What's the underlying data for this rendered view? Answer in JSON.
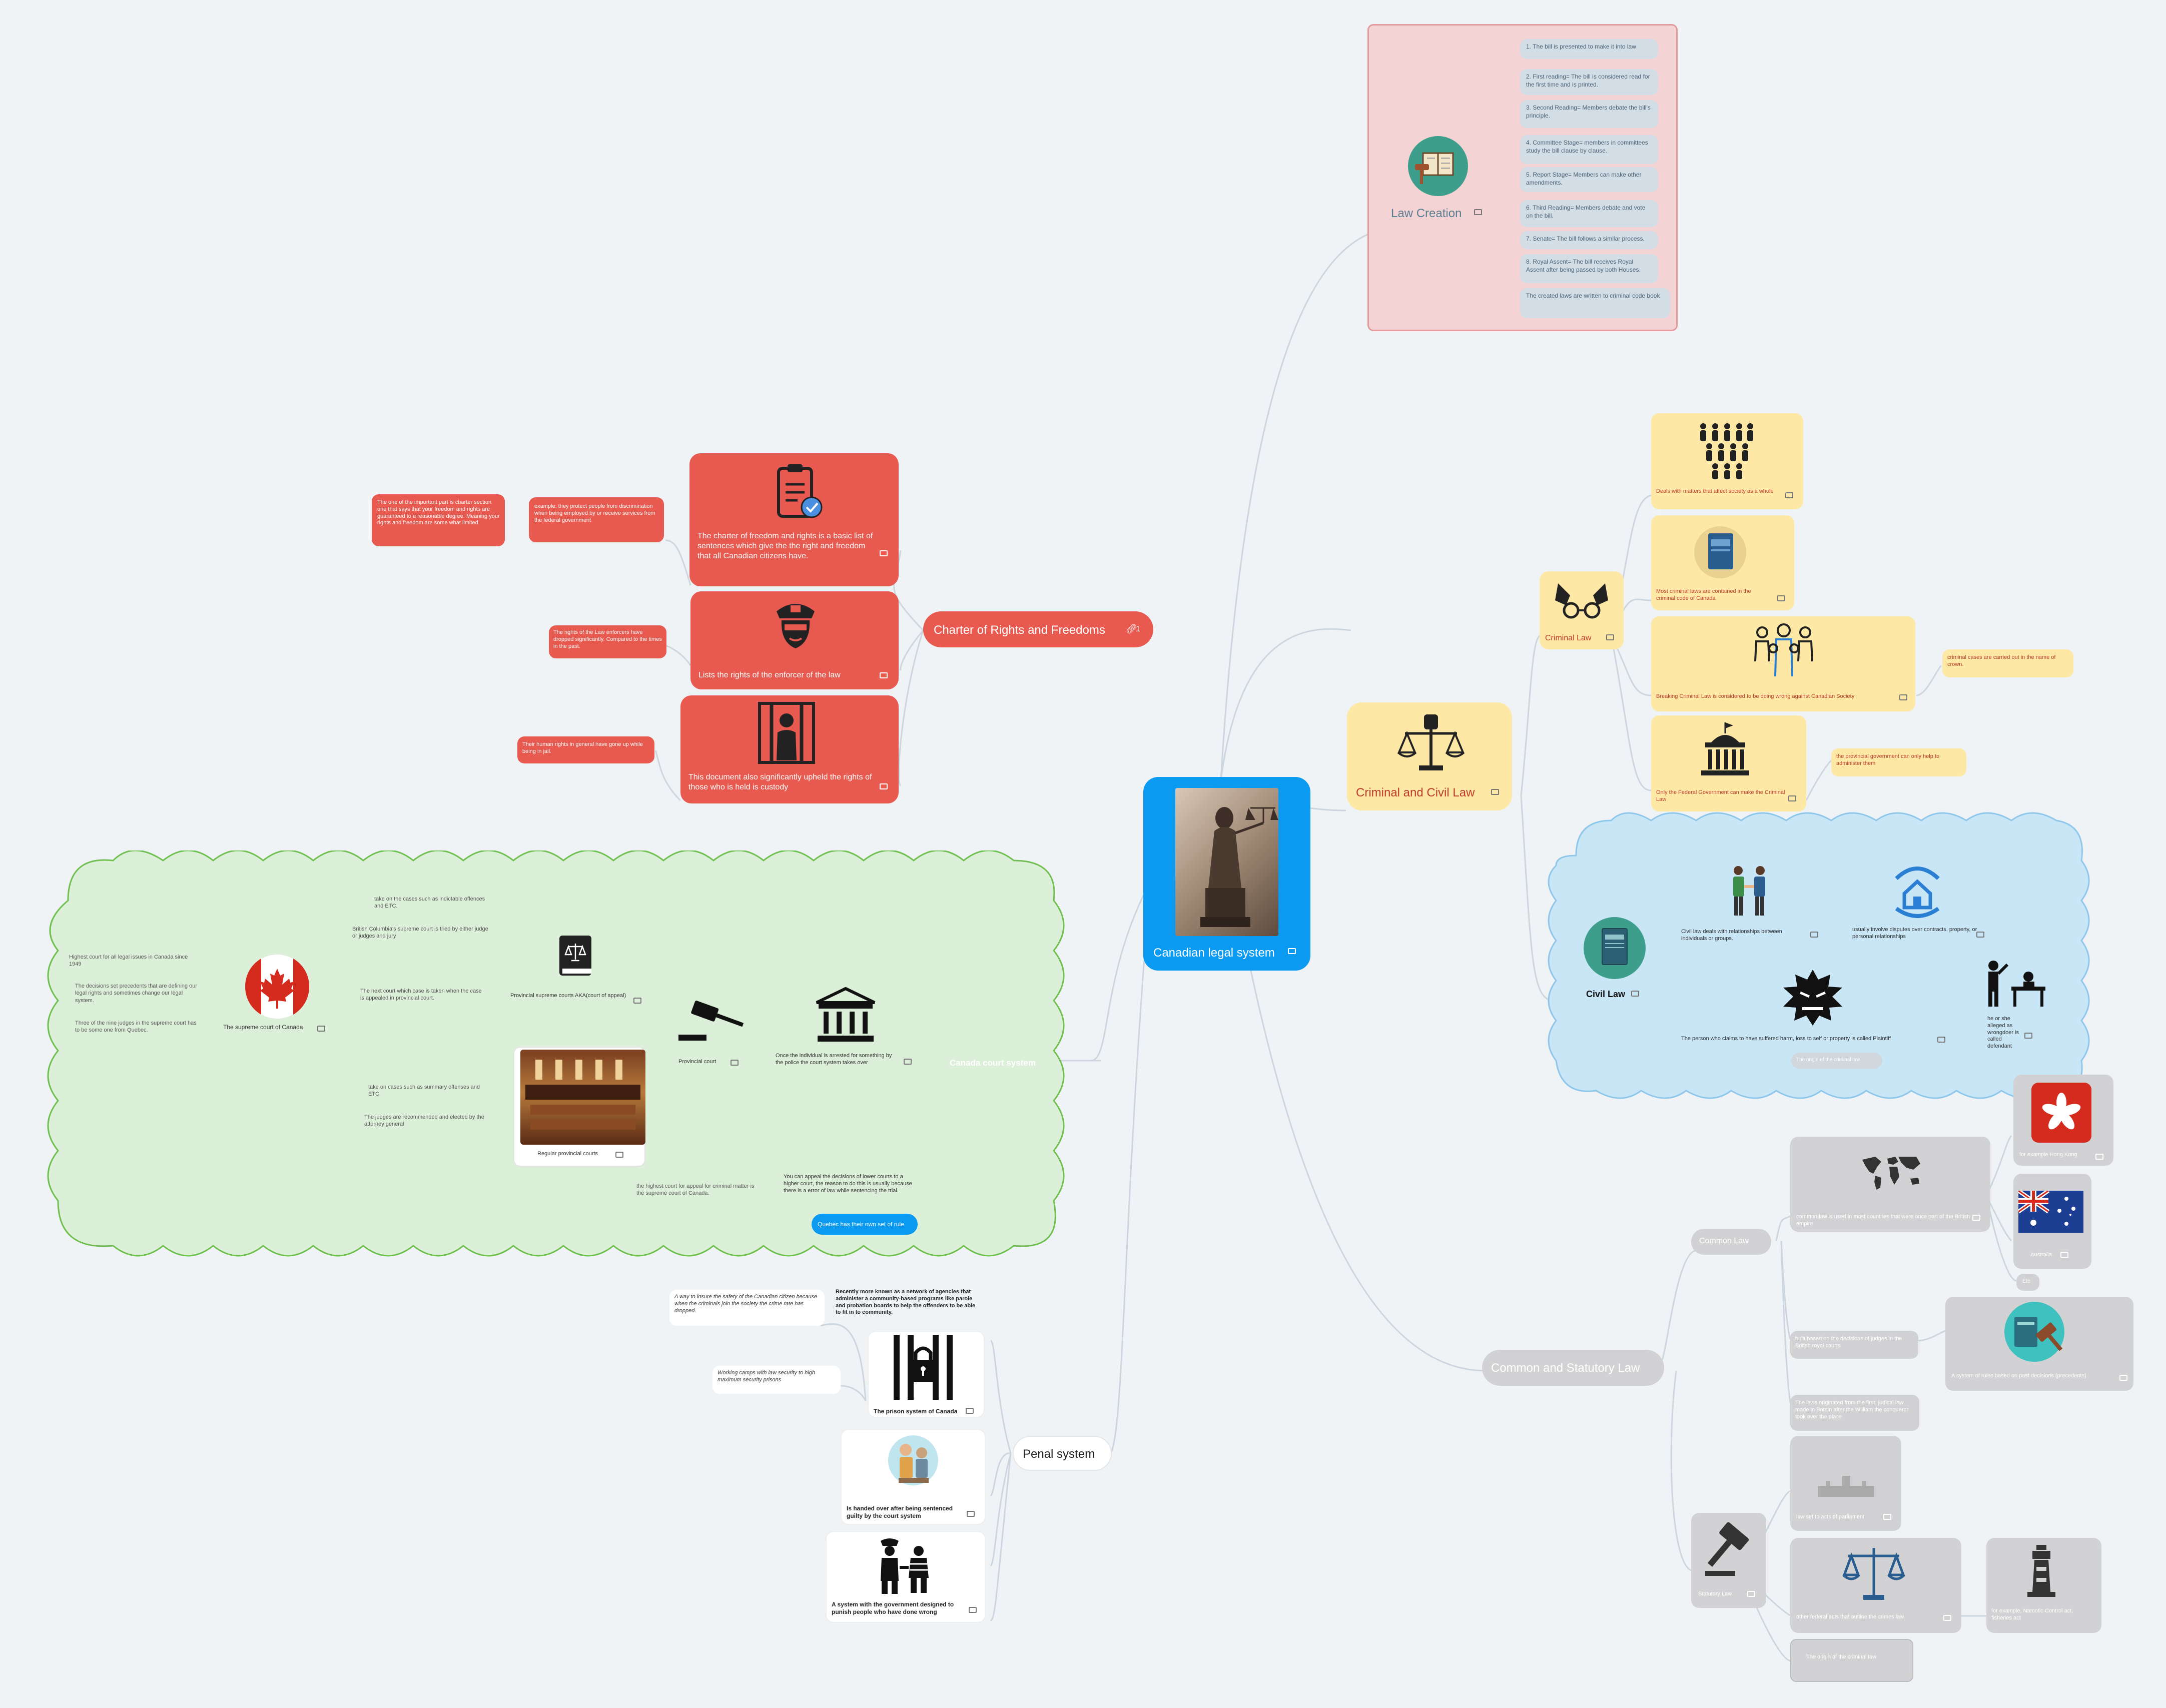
{
  "central": {
    "label": "Canadian legal system"
  },
  "law_creation": {
    "title": "Law Creation",
    "steps": [
      "1. The bill is presented to make it into law",
      "2. First reading= The bill is considered read for the first time and is printed.",
      "3. Second Reading= Members debate the bill's principle.",
      "4. Committee Stage= members in committees study the bill clause by clause.",
      "5. Report Stage= Members can make other amendments.",
      "6. Third Reading= Members debate and vote on the bill.",
      "7. Senate= The bill follows a similar process.",
      "8. Royal Assent= The bill receives Royal Assent after being passed by both Houses.",
      "The created laws are written to criminal code book"
    ]
  },
  "charter": {
    "title": "Charter of Rights and Freedoms",
    "link_count": "1",
    "card1": "The charter of freedom and rights is a basic list of sentences which give the the right and freedom that all Canadian citizens have.",
    "card1_note1": "example: they protect people from discrimination when being employed by or receive services from the federal government",
    "card1_note2": "The one of the important part is charter section one that says that your freedom and rights are guaranteed to a reasonable degree. Meaning your rights and freedom are some what limited.",
    "card2": "Lists the rights of the enforcer of the law",
    "card2_note": "The rights of the Law enforcers have dropped significantly. Compared to the times in the past.",
    "card3": "This document also significantly upheld the rights of those who is held is custody",
    "card3_note": "Their human rights in general have gone up while being in jail."
  },
  "criminal_civil": {
    "title": "Criminal and Civil Law",
    "criminal": {
      "title": "Criminal Law",
      "items": [
        "Deals with matters that affect society as a whole",
        "Most criminal  laws are contained in the criminal code of Canada",
        "Breaking Criminal Law is considered to be  doing wrong against Canadian Society",
        "Only the Federal Government can make the Criminal Law"
      ],
      "note_crown": "criminal cases are carried out in the name of crown.",
      "note_province": "the provincial government can only help to administer them"
    },
    "civil": {
      "title": "Civil Law",
      "relationships": "Civil law deals with relationships between individuals or groups.",
      "disputes": "usually involve disputes over contracts, property, or personal relationships",
      "plaintiff": "The person who claims to have suffered harm, loss to self or property is called Plaintiff",
      "defendant": "he or she alleged as wrongdoer is called defendant",
      "origin": "The origin of the criminal law"
    }
  },
  "common_statutory": {
    "title": "Common and Statutory Law",
    "common": {
      "title": "Common Law",
      "used": "common law is used in most countries that were once part of the British empire",
      "hk": "for example Hong Kong",
      "au": "Australia",
      "etc": "Etc",
      "based": "built based on the decisions of judges in the British royal courts",
      "precedents": "A system of rules based on past decisions (precedents)",
      "origin": "The laws originated from the first. judical law made in Britain after the William the conqueror took over the place"
    },
    "statutory": {
      "title": "Statutory Law",
      "acts": "law set to acts of parliament",
      "federal": "other federal acts that outline the crimes law",
      "example": "for example, Narcotic Control act, fisheries act",
      "more": "The origin of the criminal law"
    }
  },
  "court": {
    "title": "Canada court system",
    "supreme": "The supreme court of Canada",
    "supreme_notes": [
      "Highest court for all legal issues in Canada since 1949",
      "The decisions set precedents that are defining our legal rights and sometimes change our legal system.",
      "Three of the nine judges in the supreme court has to be some one from Quebec."
    ],
    "provincial_supreme": "Provincial supreme courts AKA(court of appeal)",
    "provincial_supreme_notes": [
      "take on the cases such as indictable offences and ETC.",
      "British Columbia's supreme court is tried by either judge or judges and jury",
      "The next court which case is taken when the case is appealed in provincial court."
    ],
    "provincial": "Provincial court",
    "regular": "Regular provincial courts",
    "regular_notes": [
      "take on cases such as summary offenses and ETC.",
      "The judges are recommended and elected by the attorney general"
    ],
    "arrest": "Once the individual is arrested for something by the police the court system takes over",
    "appeal": "You can appeal the decisions of lower courts to a higher court, the reason to do this is usually because there is a error of law while sentencing the trial.",
    "appeal_note": "the highest court for appeal for criminal matter is the supreme court of Canada.",
    "quebec": "Quebec has their own set of rule"
  },
  "penal": {
    "title": "Penal system",
    "prison": "The prison system of Canada",
    "prison_note1": "Recently more known as a network of agencies that administer a community-based programs like parole and probation boards to help the offenders to be able to fit in to community.",
    "prison_note2": "A way to insure the safety of the Canadian citizen because when the criminals join the society the crime rate has dropped.",
    "prison_note3": "Working camps with law security to high maximum security prisons",
    "handed": "Is handed over after  being sentenced guilty by the court system",
    "punish": "A system with the government designed to punish people who have done wrong"
  },
  "colors": {
    "background": "#eff3f6",
    "central": "#0a9af2",
    "charter": "#e85a4f",
    "criminal": "#fde8a6",
    "civil_cloud": "#c9e6f7",
    "court_cloud": "#dcefd8",
    "law_creation": "#f3d3d4",
    "common_statutory": "#d2d2d4"
  }
}
